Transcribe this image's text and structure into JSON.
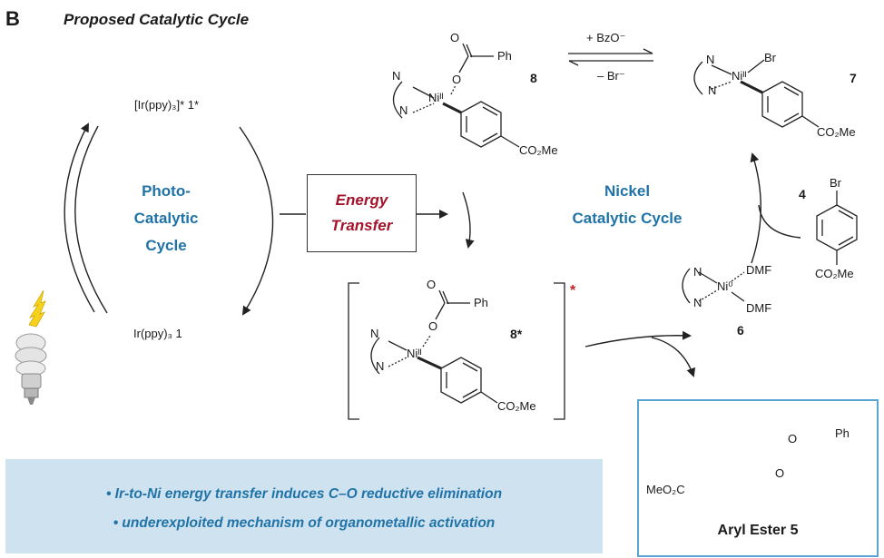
{
  "panel": {
    "letter": "B",
    "title": "Proposed Catalytic Cycle"
  },
  "photo_cycle": {
    "excited_catalyst": "[Ir(ppy)₃]* 1*",
    "ground_catalyst": "Ir(ppy)₃ 1",
    "center_label": [
      "Photo-",
      "Catalytic",
      "Cycle"
    ]
  },
  "energy_transfer": {
    "lines": [
      "Energy",
      "Transfer"
    ]
  },
  "nickel_cycle": {
    "center_label": [
      "Nickel",
      "Catalytic Cycle"
    ]
  },
  "species": {
    "c8": {
      "number": "8",
      "metal": "Niᴵᴵ",
      "ester": "CO₂Me",
      "acyl": "Ph",
      "o1": "O",
      "o2": "O"
    },
    "c7": {
      "number": "7",
      "metal": "Niᴵᴵ",
      "halide": "Br",
      "ester": "CO₂Me"
    },
    "c8star": {
      "number": "8*",
      "metal": "Niᴵᴵ",
      "ester": "CO₂Me",
      "acyl": "Ph",
      "o1": "O",
      "o2": "O",
      "excited": "*"
    },
    "c6": {
      "number": "6",
      "metal": "Ni⁰",
      "ligand1": "DMF",
      "ligand2": "DMF"
    },
    "c4": {
      "number": "4",
      "halide": "Br",
      "ester": "CO₂Me"
    },
    "ligand_atoms": {
      "n1": "N",
      "n2": "N"
    }
  },
  "equilibrium": {
    "forward": "+ BzO⁻",
    "reverse": "– Br⁻"
  },
  "product": {
    "name": "Aryl Ester 5",
    "ester": "MeO₂C",
    "acyl": "Ph",
    "o1": "O",
    "o2": "O"
  },
  "summary": {
    "bullets": [
      "• Ir-to-Ni energy transfer induces C–O reductive elimination",
      "• underexploited mechanism of organometallic activation"
    ]
  },
  "colors": {
    "accent_blue": "#1f73a8",
    "accent_red": "#a3132b",
    "summary_bg": "#cfe2ef",
    "product_border": "#5aa5d2"
  },
  "icons": {
    "light_source": "light-bulb-icon",
    "light_rays": "lightning-icon"
  }
}
